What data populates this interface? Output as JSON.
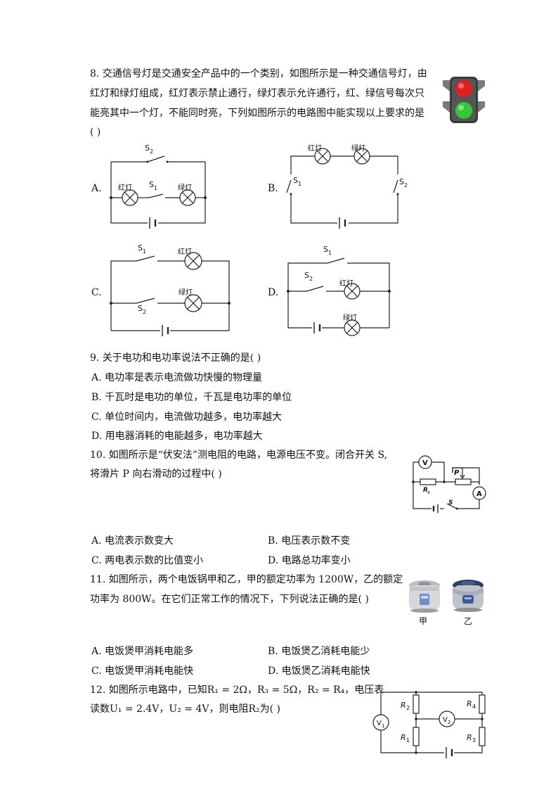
{
  "q8": {
    "line1": "8.  交通信号灯是交通安全产品中的一个类别，如图所示是一种交通信号灯，由",
    "line2": "红灯和绿灯组成，红灯表示禁止通行，绿灯表示允许通行，红、绿信号每次只",
    "line3": "能亮其中一个灯，不能同时亮，下列如图所示的电路图中能实现以上要求的是",
    "line4": "(    )",
    "options": [
      "A.",
      "B.",
      "C.",
      "D."
    ],
    "labels": {
      "s1": "S",
      "s1_sub": "1",
      "s2": "S",
      "s2_sub": "2",
      "red": "红灯",
      "green": "绿灯"
    }
  },
  "q9": {
    "stem": "9.  关于电功和电功率说法不正确的是(    )",
    "options": [
      "A.  电功率是表示电流做功快慢的物理量",
      "B.  千瓦时是电功的单位，千瓦是电功率的单位",
      "C.  单位时间内，电流做功越多，电功率越大",
      "D.  用电器消耗的电能越多，电功率越大"
    ]
  },
  "q10": {
    "line1": "10. 如图所示是“伏安法”测电阻的电路，电源电压不变。闭合开关 S,",
    "line2": "将滑片 P 向右滑动的过程中(    )",
    "options": [
      "A.  电流表示数变大",
      "B.  电压表示数不变",
      "C.  两电表示数的比值变小",
      "D.  电路总功率变小"
    ],
    "fig": {
      "v": "V",
      "a": "A",
      "p": "P",
      "rx": "R",
      "rx_sub": "x",
      "s": "S"
    }
  },
  "q11": {
    "line1": "11. 如图所示，两个电饭锅甲和乙，甲的额定功率为 1200W，乙的额定",
    "line2": "功率为 800W。在它们正常工作的情况下，下列说法正确的是(    )",
    "options": [
      "A.  电饭煲甲消耗电能多",
      "B.  电饭煲乙消耗电能少",
      "C.  电饭煲甲消耗电能快",
      "D.  电饭煲乙消耗电能快"
    ],
    "captions": [
      "甲",
      "乙"
    ]
  },
  "q12": {
    "line1": "12. 如图所示电路中，已知R₁ = 2Ω，R₃ = 5Ω，R₂ = R₄，电压表",
    "line2": "读数U₁ = 2.4V，U₂ = 4V，则电阻R₂为(    )",
    "fig": {
      "r": "R",
      "r1": "1",
      "r2": "2",
      "r3": "3",
      "r4": "4",
      "v": "V",
      "v1": "1",
      "v2": "2"
    }
  }
}
